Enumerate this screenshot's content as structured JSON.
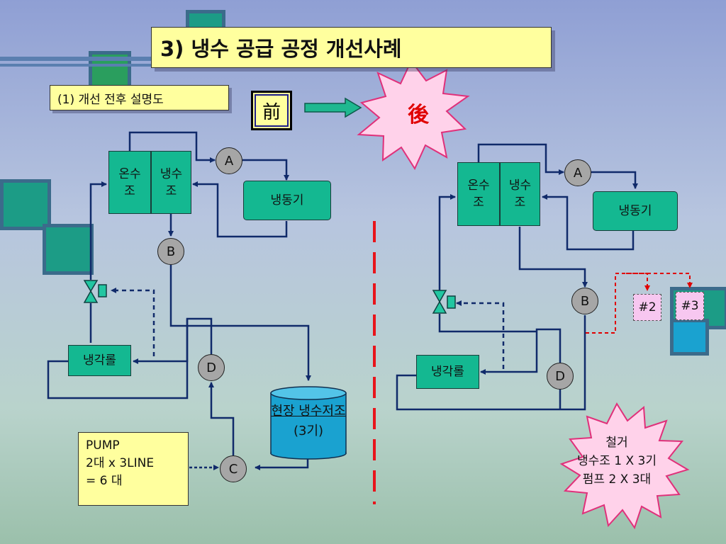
{
  "title": "3) 냉수 공급 공정 개선사례",
  "subtitle": "(1) 개선 전후 설명도",
  "before_label": "前",
  "after_label": "後",
  "colors": {
    "equipment": "#14b891",
    "note_box": "#ffff9e",
    "valve_node": "#a6a6a6",
    "divider": "#e8141b",
    "starburst": "#ffd2ea",
    "tank": "#1aa2d0"
  },
  "before": {
    "warm_tank": "온수\n조",
    "cold_tank": "냉수\n조",
    "refrigerator": "냉동기",
    "cooling_roll": "냉각롤",
    "node_a": "A",
    "node_b": "B",
    "node_c": "C",
    "node_d": "D",
    "site_tank_line1": "현장 냉수저조",
    "site_tank_line2": "(3기)",
    "pump_line1": "PUMP",
    "pump_line2": "2대 x 3LINE",
    "pump_line3": "= 6 대"
  },
  "after": {
    "warm_tank": "온수\n조",
    "cold_tank": "냉수\n조",
    "refrigerator": "냉동기",
    "cooling_roll": "냉각롤",
    "node_a": "A",
    "node_b": "B",
    "node_d": "D",
    "tag_2": "#2",
    "tag_3": "#3",
    "removal_line1": "철거",
    "removal_line2": "냉수조 1 X 3기",
    "removal_line3": "펌프 2 X 3대"
  }
}
